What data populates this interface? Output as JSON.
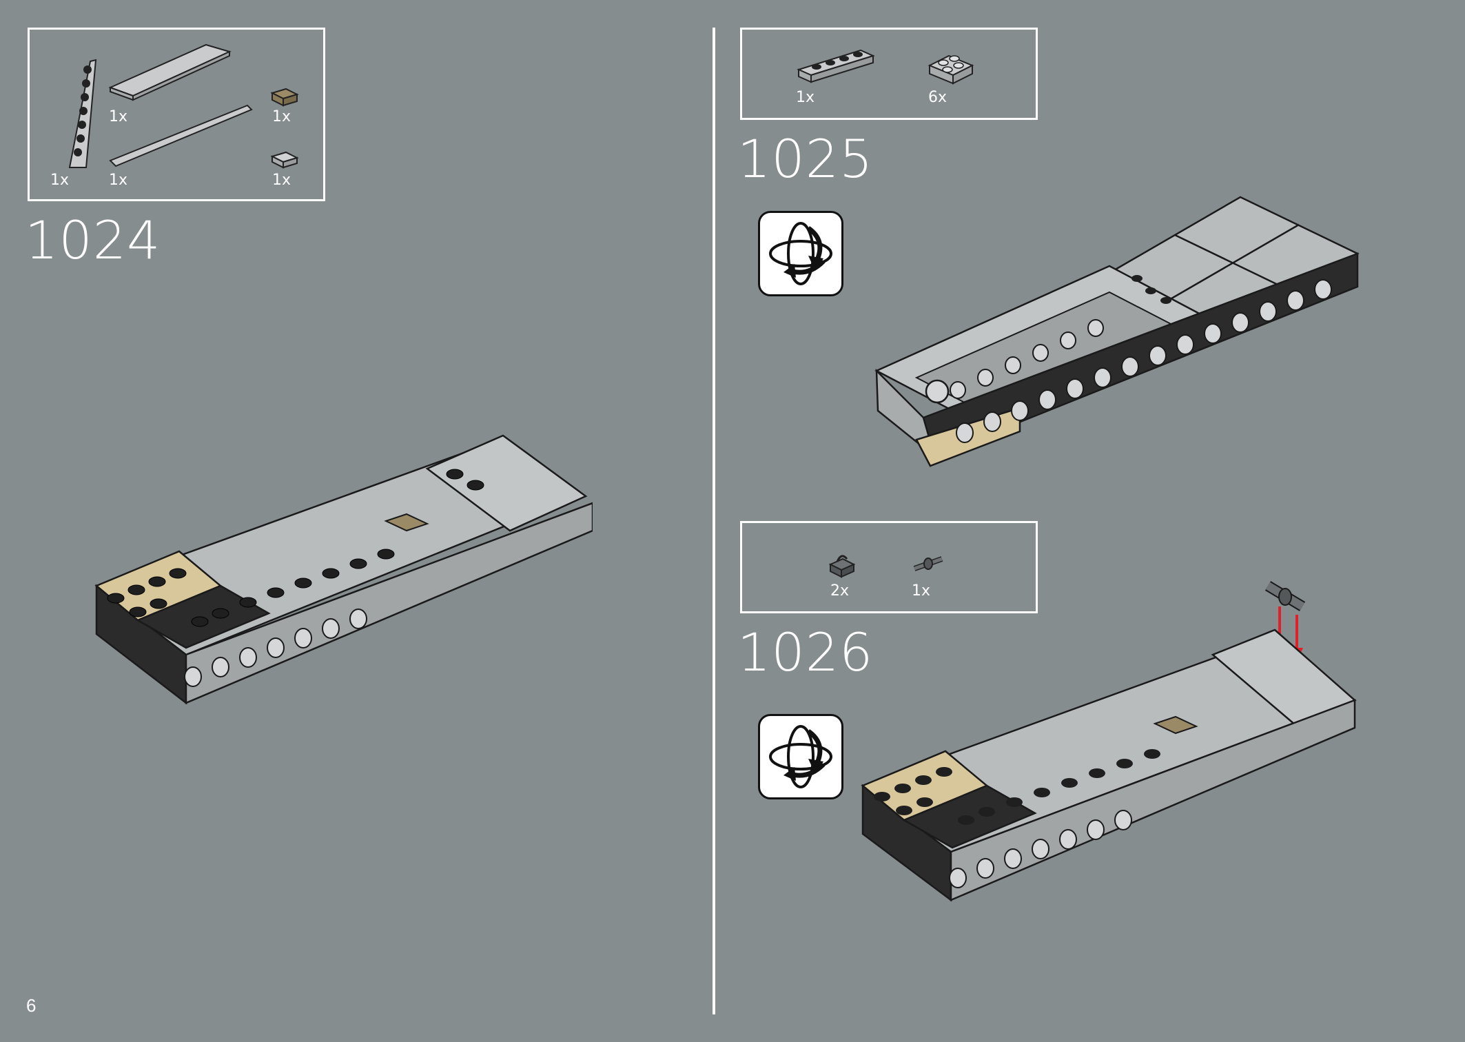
{
  "page_number": "6",
  "steps": [
    {
      "number": "1024",
      "parts": [
        {
          "qty": "1x",
          "icon": "wedge-plate-icon"
        },
        {
          "qty": "1x",
          "icon": "long-tile-icon"
        },
        {
          "qty": "1x",
          "icon": "long-tile-icon"
        },
        {
          "qty": "1x",
          "icon": "tan-tile-icon"
        },
        {
          "qty": "1x",
          "icon": "small-tile-icon"
        }
      ]
    },
    {
      "number": "1025",
      "parts": [
        {
          "qty": "1x",
          "icon": "plate-1x4-icon"
        },
        {
          "qty": "6x",
          "icon": "plate-2x2-icon"
        }
      ],
      "rotate_icon": "rotate-model-icon"
    },
    {
      "number": "1026",
      "parts": [
        {
          "qty": "2x",
          "icon": "clip-icon"
        },
        {
          "qty": "1x",
          "icon": "bar-pin-icon"
        }
      ],
      "rotate_icon": "rotate-model-icon"
    }
  ],
  "colors": {
    "background": "#868d8f",
    "light_gray": "#b9bcbd",
    "dark_gray": "#2b2b2b",
    "tan": "#d8c79a",
    "arrow_red": "#e0202a"
  }
}
